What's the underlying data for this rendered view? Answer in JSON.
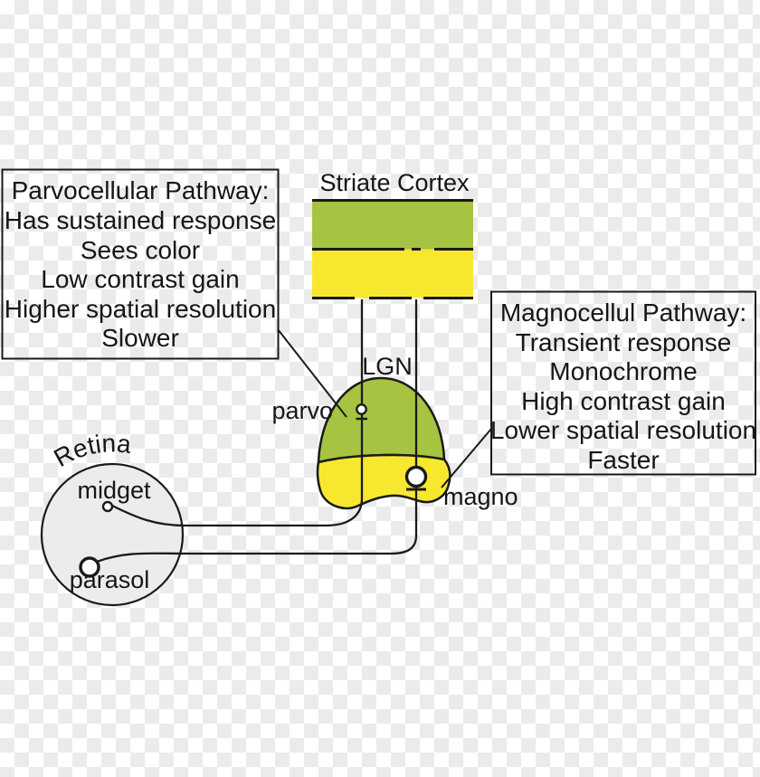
{
  "colors": {
    "cortex_green": "#a6c441",
    "cortex_yellow": "#f7e82f",
    "lgn_green": "#a6c441",
    "lgn_yellow": "#f7e82f",
    "retina_fill": "#ececec",
    "line": "#1a1a1a"
  },
  "cortex": {
    "title": "Striate Cortex"
  },
  "lgn": {
    "title": "LGN",
    "parvo_cell_label": "parvo",
    "magno_cell_label": "magno"
  },
  "retina": {
    "title": "Retina",
    "midget_cell_label": "midget",
    "parasol_cell_label": "parasol"
  },
  "parvo_box": {
    "title": "Parvocellular Pathway:",
    "lines": [
      "Has sustained response",
      "Sees color",
      "Low contrast gain",
      "Higher spatial resolution",
      "Slower"
    ]
  },
  "magno_box": {
    "title": "Magnocellul Pathway:",
    "lines": [
      "Transient response",
      "Monochrome",
      "High contrast gain",
      "Lower spatial resolution",
      "Faster"
    ]
  }
}
